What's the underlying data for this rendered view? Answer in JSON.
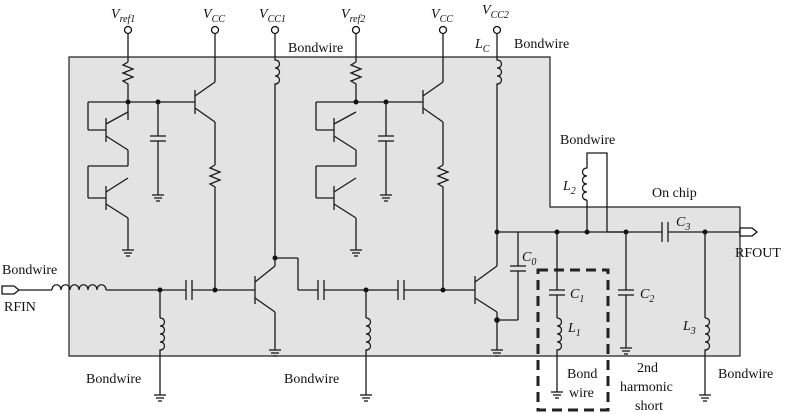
{
  "labels": {
    "vref1_main": "V",
    "vref1_sub": "ref1",
    "vcc_a_main": "V",
    "vcc_a_sub": "CC",
    "vcc1_main": "V",
    "vcc1_sub": "CC1",
    "vref2_main": "V",
    "vref2_sub": "ref2",
    "vcc_b_main": "V",
    "vcc_b_sub": "CC",
    "vcc2_main": "V",
    "vcc2_sub": "CC2",
    "lc_main": "L",
    "lc_sub": "C",
    "bondwire_top1": "Bondwire",
    "bondwire_top2": "Bondwire",
    "bondwire_l2": "Bondwire",
    "l2_main": "L",
    "l2_sub": "2",
    "on_chip": "On chip",
    "c3_main": "C",
    "c3_sub": "3",
    "rfout": "RFOUT",
    "bondwire_rfin": "Bondwire",
    "rfin": "RFIN",
    "c0_main": "C",
    "c0_sub": "0",
    "c1_main": "C",
    "c1_sub": "1",
    "c2_main": "C",
    "c2_sub": "2",
    "l1_main": "L",
    "l1_sub": "1",
    "l3_main": "L",
    "l3_sub": "3",
    "bondwire_bot1": "Bondwire",
    "bondwire_bot2": "Bondwire",
    "bondwire_bot3": "Bondwire",
    "bond_wire_1": "Bond",
    "bond_wire_2": "wire",
    "harmonic_1": "2nd",
    "harmonic_2": "harmonic",
    "harmonic_3": "short"
  },
  "colors": {
    "chip_fill": "#e3e3e3",
    "wire": "#1a1a1a"
  }
}
